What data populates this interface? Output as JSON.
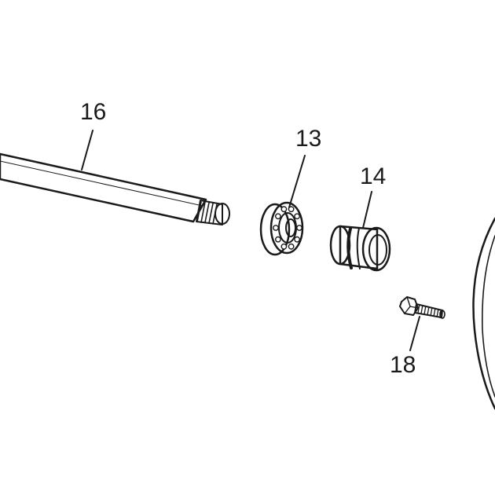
{
  "callouts": {
    "axle": "16",
    "bearing": "13",
    "spacer": "14",
    "bolt": "18"
  }
}
